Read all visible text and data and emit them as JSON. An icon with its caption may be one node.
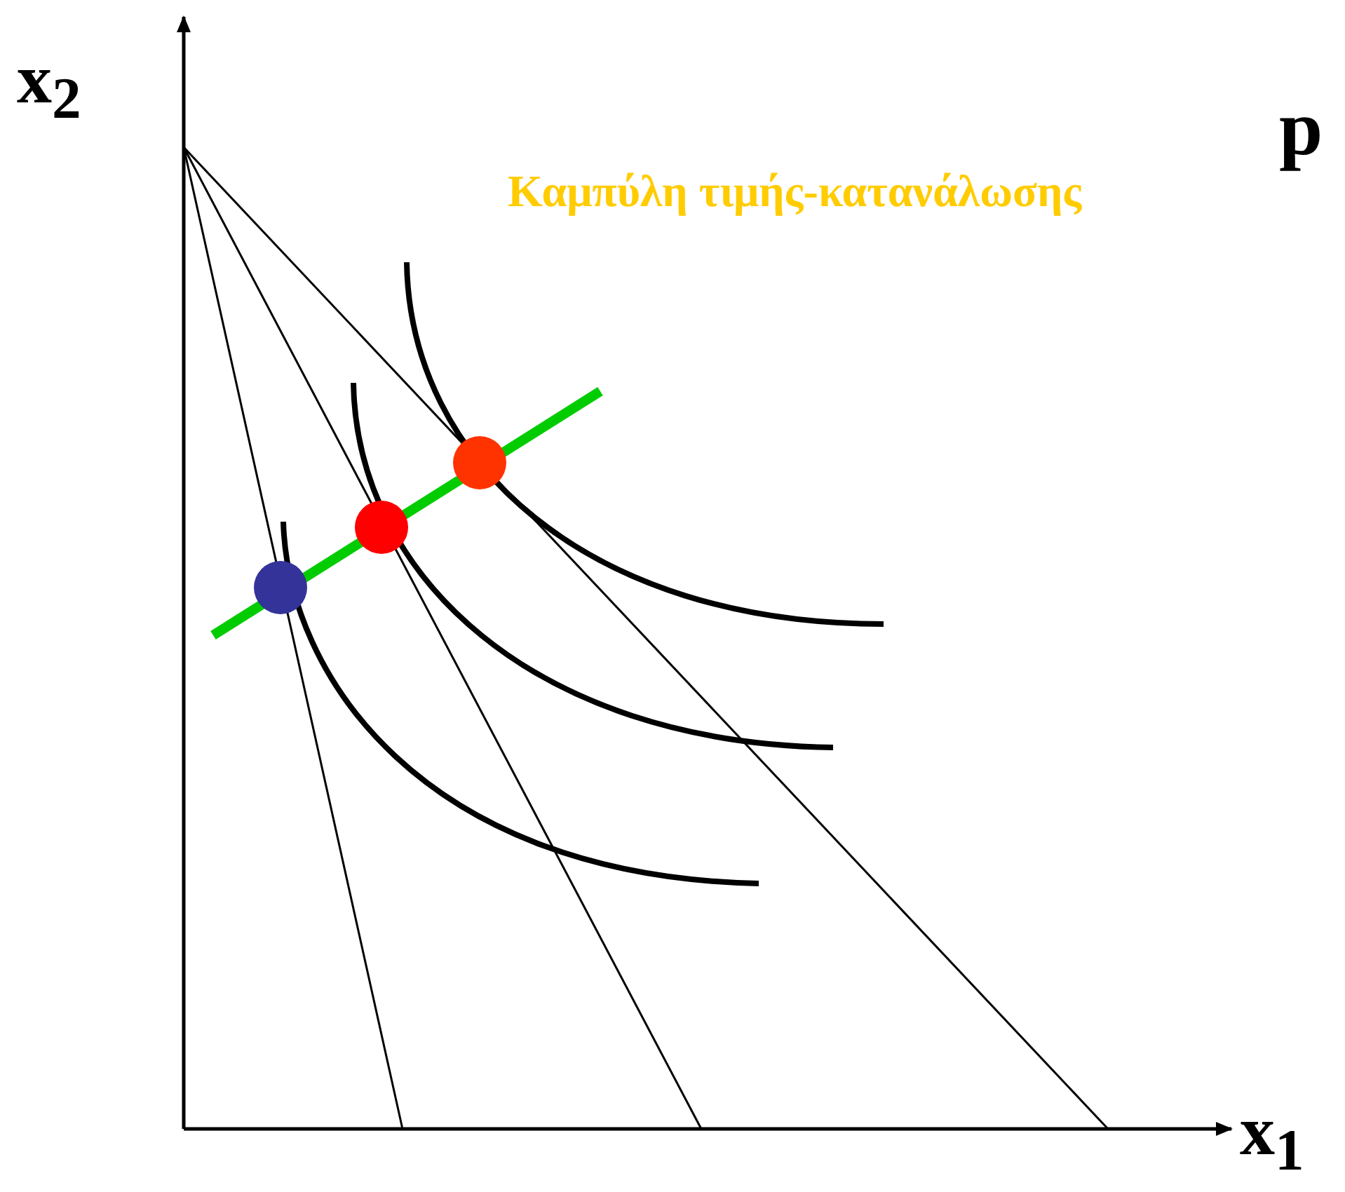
{
  "diagram": {
    "labels": [
      "x$_{2}$",
      "p",
      "Καμπύλη τιμής-κατανάλωσης",
      "x$_{1}$"
    ]
  }
}
